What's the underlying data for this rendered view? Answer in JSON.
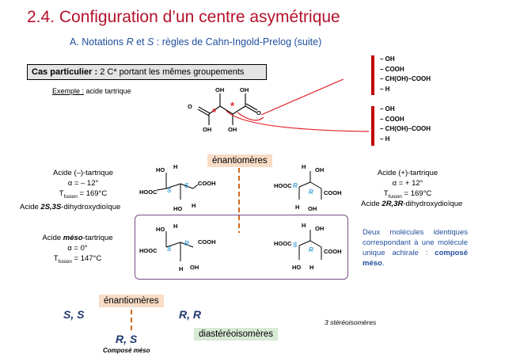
{
  "title": "2.4. Configuration d’un centre asymétrique",
  "subtitle": {
    "prefix": "A. Notations ",
    "r": "R",
    "and": " et ",
    "s": "S",
    "suffix": " : règles de Cahn-Ingold-Prelog (suite)"
  },
  "cas": {
    "label": "Cas particulier :",
    "text": " 2 C* portant les mêmes groupements"
  },
  "exemple": {
    "label": "Exemple :",
    "text": " acide tartrique"
  },
  "molecule": {
    "oh": "OH",
    "o": "O",
    "star": "*"
  },
  "priorities_top": [
    "– OH",
    "– COOH",
    "– CH(OH)–COOH",
    "– H"
  ],
  "priorities_bottom": [
    "– OH",
    "– COOH",
    "– CH(OH)–COOH",
    "– H"
  ],
  "tags": {
    "enantiomeres_top": "énantiomères",
    "enantiomeres_bottom": "énantiomères",
    "diastereo": "diastéréoisomères"
  },
  "left_acid": {
    "name": "Acide (–)-tartrique",
    "alpha": "α = – 12°",
    "t_prefix": "T",
    "t_sub": "fusion",
    "t_value": " = 169°C",
    "iupac_prefix": "Acide ",
    "iupac_config": "2S,3S",
    "iupac_suffix": "-dihydroxydioïque"
  },
  "right_acid": {
    "name": "Acide (+)-tartrique",
    "alpha": "α = + 12°",
    "t_prefix": "T",
    "t_sub": "fusion",
    "t_value": " = 169°C",
    "iupac_prefix": "Acide ",
    "iupac_config": "2R,3R",
    "iupac_suffix": "-dihydroxydioïque"
  },
  "meso_acid": {
    "name_prefix": "Acide ",
    "name_it": "méso",
    "name_suffix": "-tartrique",
    "alpha": "α = 0°",
    "t_prefix": "T",
    "t_sub": "fusion",
    "t_value": " = 147°C"
  },
  "fischer": {
    "ho": "HO",
    "h": "H",
    "oh": "OH",
    "hooc": "HOOC",
    "cooh": "COOH",
    "s": "S",
    "r": "R"
  },
  "meso_note": {
    "text": "Deux molécules identiques correspondant à une molécule unique achirale : ",
    "bold": "composé méso",
    "end": "."
  },
  "summary": {
    "ss": "S, S",
    "rr": "R, R",
    "rs": "R, S",
    "compose_meso": "Composé méso",
    "count": "3 stéréoisomères"
  },
  "colors": {
    "title": "#b5122b",
    "subtitle": "#1f4e9c",
    "star": "#e0202a",
    "config": "#3aa3d8",
    "dashed": "#d2691e",
    "bracket": "#c00000"
  }
}
